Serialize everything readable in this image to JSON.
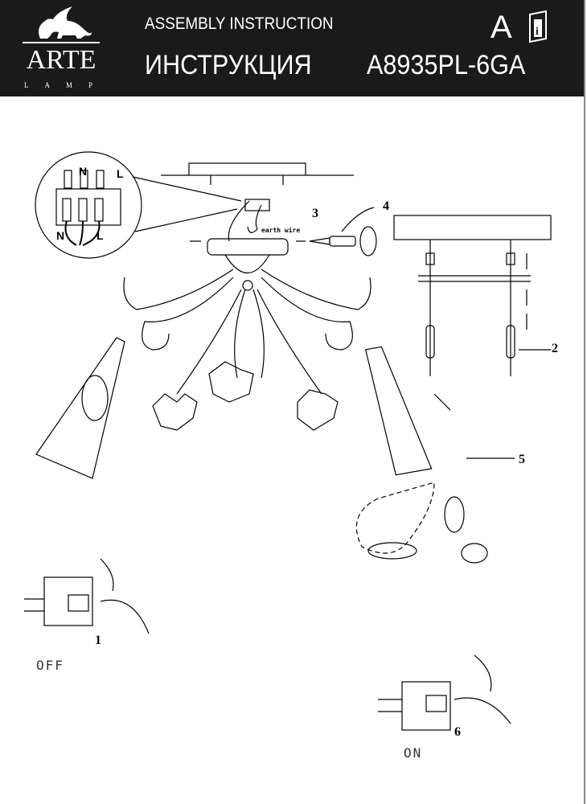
{
  "header": {
    "brand": "ARTE",
    "brand_sub": "LAMP",
    "title_en": "ASSEMBLY INSTRUCTION",
    "title_ru": "ИНСТРУКЦИЯ",
    "model": "A8935PL-6GA",
    "language": "A",
    "icon": "instruction-book-icon"
  },
  "diagram": {
    "wire_labels": {
      "n_top": "N",
      "l_top": "L",
      "n_bottom": "N",
      "l_bottom": "L"
    },
    "earth_wire": "earth wire",
    "steps": {
      "s1": "1",
      "s2": "2",
      "s3": "3",
      "s4": "4",
      "s5": "5",
      "s6": "6"
    },
    "off_label": "OFF",
    "on_label": "ON"
  }
}
